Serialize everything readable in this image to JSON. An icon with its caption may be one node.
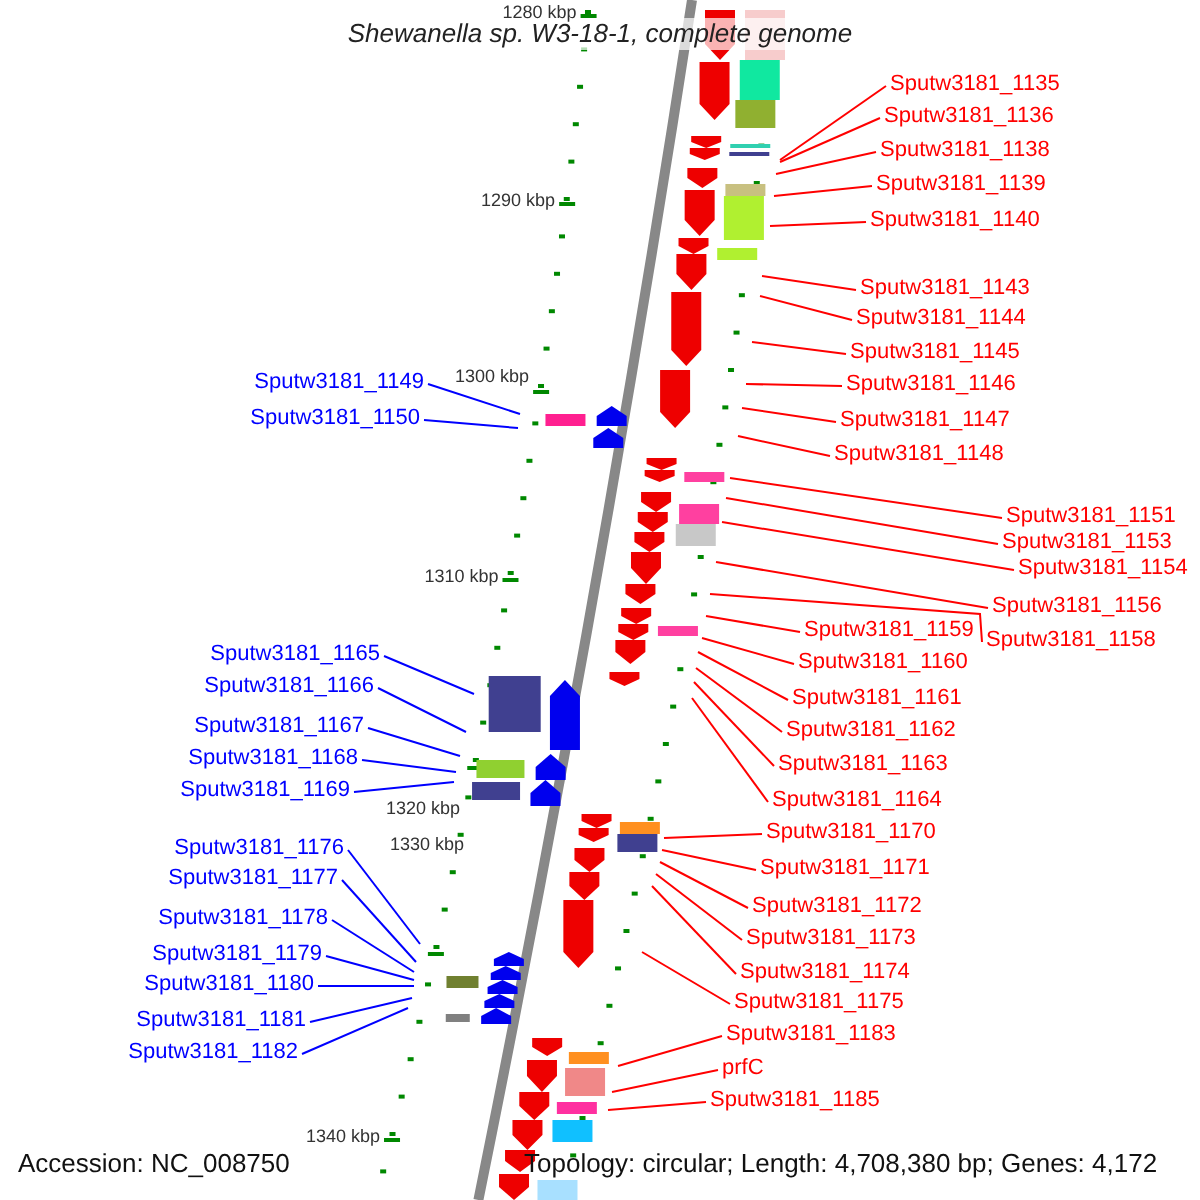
{
  "diagram": {
    "title": "Shewanella sp. W3-18-1, complete genome",
    "nodes": [
      {
        "text": [
          "Sputw3181_1135"
        ]
      },
      {
        "text": [
          "Sputw3181_1136"
        ]
      },
      {
        "text": [
          "Sputw3181_1138"
        ]
      },
      {
        "text": [
          "Sputw3181_1139"
        ]
      },
      {
        "text": [
          "Sputw3181_1140"
        ]
      },
      {
        "text": [
          "Sputw3181_1143"
        ]
      },
      {
        "text": [
          "Sputw3181_1144"
        ]
      },
      {
        "text": [
          "Sputw3181_1145"
        ]
      },
      {
        "text": [
          "Sputw3181_1146"
        ]
      },
      {
        "text": [
          "Sputw3181_1147"
        ]
      },
      {
        "text": [
          "Sputw3181_1148"
        ]
      },
      {
        "text": [
          "Sputw3181_1151"
        ]
      },
      {
        "text": [
          "Sputw3181_1153"
        ]
      },
      {
        "text": [
          "Sputw3181_1154"
        ]
      },
      {
        "text": [
          "Sputw3181_1156"
        ]
      },
      {
        "text": [
          "Sputw3181_1159"
        ]
      },
      {
        "text": [
          "Sputw3181_1158"
        ]
      },
      {
        "text": [
          "Sputw3181_1160"
        ]
      },
      {
        "text": [
          "Sputw3181_1161"
        ]
      },
      {
        "text": [
          "Sputw3181_1162"
        ]
      },
      {
        "text": [
          "Sputw3181_1163"
        ]
      },
      {
        "text": [
          "Sputw3181_1164"
        ]
      },
      {
        "text": [
          "Sputw3181_1170"
        ]
      },
      {
        "text": [
          "Sputw3181_1171"
        ]
      },
      {
        "text": [
          "Sputw3181_1172"
        ]
      },
      {
        "text": [
          "Sputw3181_1173"
        ]
      },
      {
        "text": [
          "Sputw3181_1174"
        ]
      },
      {
        "text": [
          "Sputw3181_1175"
        ]
      },
      {
        "text": [
          "Sputw3181_1183"
        ]
      },
      {
        "text": [
          "prfC"
        ]
      },
      {
        "text": [
          "Sputw3181_1185"
        ]
      },
      {
        "text": [
          "Sputw3181_1149"
        ]
      },
      {
        "text": [
          "Sputw3181_1150"
        ]
      },
      {
        "text": [
          "Sputw3181_1165"
        ]
      },
      {
        "text": [
          "Sputw3181_1166"
        ]
      },
      {
        "text": [
          "Sputw3181_1167"
        ]
      },
      {
        "text": [
          "Sputw3181_1168"
        ]
      },
      {
        "text": [
          "Sputw3181_1169"
        ]
      },
      {
        "text": [
          "Sputw3181_1176"
        ]
      },
      {
        "text": [
          "Sputw3181_1177"
        ]
      },
      {
        "text": [
          "Sputw3181_1178"
        ]
      },
      {
        "text": [
          "Sputw3181_1179"
        ]
      },
      {
        "text": [
          "Sputw3181_1180"
        ]
      },
      {
        "text": [
          "Sputw3181_1181"
        ]
      },
      {
        "text": [
          "Sputw3181_1182"
        ]
      }
    ],
    "edges": [
      {
        "from": 0,
        "to": null,
        "arrow": "none"
      },
      {
        "from": 1,
        "to": null,
        "arrow": "none"
      },
      {
        "from": 2,
        "to": null,
        "arrow": "none"
      },
      {
        "from": 3,
        "to": null,
        "arrow": "none"
      },
      {
        "from": 4,
        "to": null,
        "arrow": "none"
      },
      {
        "from": 5,
        "to": null,
        "arrow": "none"
      },
      {
        "from": 6,
        "to": null,
        "arrow": "none"
      },
      {
        "from": 7,
        "to": null,
        "arrow": "none"
      },
      {
        "from": 8,
        "to": null,
        "arrow": "none"
      },
      {
        "from": 9,
        "to": null,
        "arrow": "none"
      },
      {
        "from": 10,
        "to": null,
        "arrow": "none"
      },
      {
        "from": 11,
        "to": null,
        "arrow": "none"
      },
      {
        "from": 12,
        "to": null,
        "arrow": "none"
      },
      {
        "from": 13,
        "to": null,
        "arrow": "none"
      },
      {
        "from": 14,
        "to": null,
        "arrow": "none"
      },
      {
        "from": 15,
        "to": null,
        "arrow": "none"
      },
      {
        "from": 16,
        "to": null,
        "arrow": "none"
      },
      {
        "from": 17,
        "to": null,
        "arrow": "none"
      },
      {
        "from": 18,
        "to": null,
        "arrow": "none"
      },
      {
        "from": 19,
        "to": null,
        "arrow": "none"
      },
      {
        "from": 20,
        "to": null,
        "arrow": "none"
      },
      {
        "from": 21,
        "to": null,
        "arrow": "none"
      },
      {
        "from": 22,
        "to": null,
        "arrow": "none"
      },
      {
        "from": 23,
        "to": null,
        "arrow": "none"
      },
      {
        "from": 24,
        "to": null,
        "arrow": "none"
      },
      {
        "from": 25,
        "to": null,
        "arrow": "none"
      },
      {
        "from": 26,
        "to": null,
        "arrow": "none"
      },
      {
        "from": 27,
        "to": null,
        "arrow": "none"
      },
      {
        "from": 28,
        "to": null,
        "arrow": "none"
      },
      {
        "from": 29,
        "to": null,
        "arrow": "none"
      },
      {
        "from": 30,
        "to": null,
        "arrow": "none"
      },
      {
        "from": 31,
        "to": null,
        "arrow": "none",
        "color": "#0000ff"
      },
      {
        "from": 32,
        "to": null,
        "arrow": "none",
        "color": "#0000ff"
      },
      {
        "from": 33,
        "to": null,
        "arrow": "none",
        "color": "#0000ff"
      },
      {
        "from": 34,
        "to": null,
        "arrow": "none",
        "color": "#0000ff"
      },
      {
        "from": 35,
        "to": null,
        "arrow": "none",
        "color": "#0000ff"
      },
      {
        "from": 36,
        "to": null,
        "arrow": "none",
        "color": "#0000ff"
      },
      {
        "from": 37,
        "to": null,
        "arrow": "none",
        "color": "#0000ff"
      },
      {
        "from": 38,
        "to": null,
        "arrow": "none",
        "color": "#0000ff"
      },
      {
        "from": 39,
        "to": null,
        "arrow": "none",
        "color": "#0000ff"
      },
      {
        "from": 40,
        "to": null,
        "arrow": "none",
        "color": "#0000ff"
      },
      {
        "from": 41,
        "to": null,
        "arrow": "none",
        "color": "#0000ff"
      },
      {
        "from": 42,
        "to": null,
        "arrow": "none",
        "color": "#0000ff"
      },
      {
        "from": 43,
        "to": null,
        "arrow": "none",
        "color": "#0000ff"
      },
      {
        "from": 44,
        "to": null,
        "arrow": "none",
        "color": "#0000ff"
      }
    ],
    "labels": [
      "1280 kbp",
      "1290 kbp",
      "1300 kbp",
      "1310 kbp",
      "1320 kbp",
      "1330 kbp",
      "1340 kbp",
      "Accession: NC_008750",
      "Topology: circular; Length: 4,708,380 bp; Genes: 4,172"
    ]
  }
}
